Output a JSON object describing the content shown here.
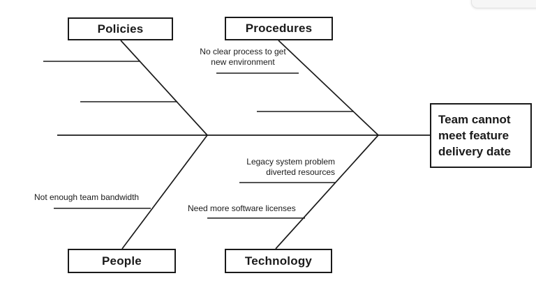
{
  "colors": {
    "background": "#ffffff",
    "line": "#1a1a1a",
    "text": "#1a1a1a",
    "panel_bg": "#f6f6f6",
    "panel_border": "#e3e3e3"
  },
  "fishbone": {
    "effect": "Team cannot\nmeet feature\ndelivery date",
    "categories": [
      {
        "id": "policies",
        "label": "Policies",
        "causes": []
      },
      {
        "id": "procedures",
        "label": "Procedures",
        "causes": [
          "No clear process to get\nnew environment"
        ]
      },
      {
        "id": "people",
        "label": "People",
        "causes": [
          "Not enough team bandwidth"
        ]
      },
      {
        "id": "technology",
        "label": "Technology",
        "causes": [
          "Legacy system problem\ndiverted resources",
          "Need more software licenses"
        ]
      }
    ]
  }
}
